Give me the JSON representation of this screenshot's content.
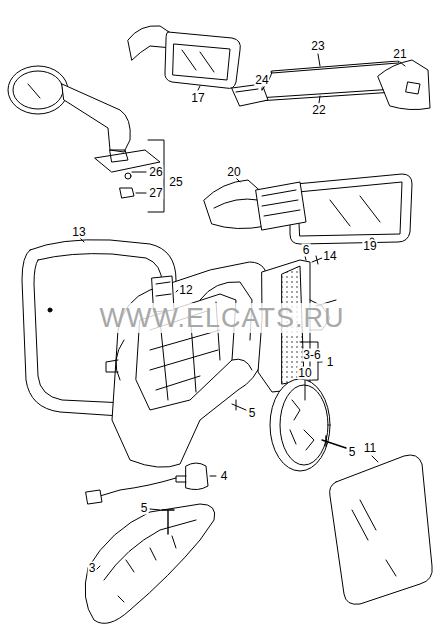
{
  "diagram": {
    "labels": [
      "17",
      "23",
      "24",
      "21",
      "22",
      "26",
      "25",
      "27",
      "20",
      "19",
      "13",
      "6",
      "14",
      "12",
      "3-6",
      "1",
      "10",
      "5",
      "11",
      "5",
      "4",
      "5",
      "3",
      "WWW.ELCATS.RU"
    ]
  }
}
